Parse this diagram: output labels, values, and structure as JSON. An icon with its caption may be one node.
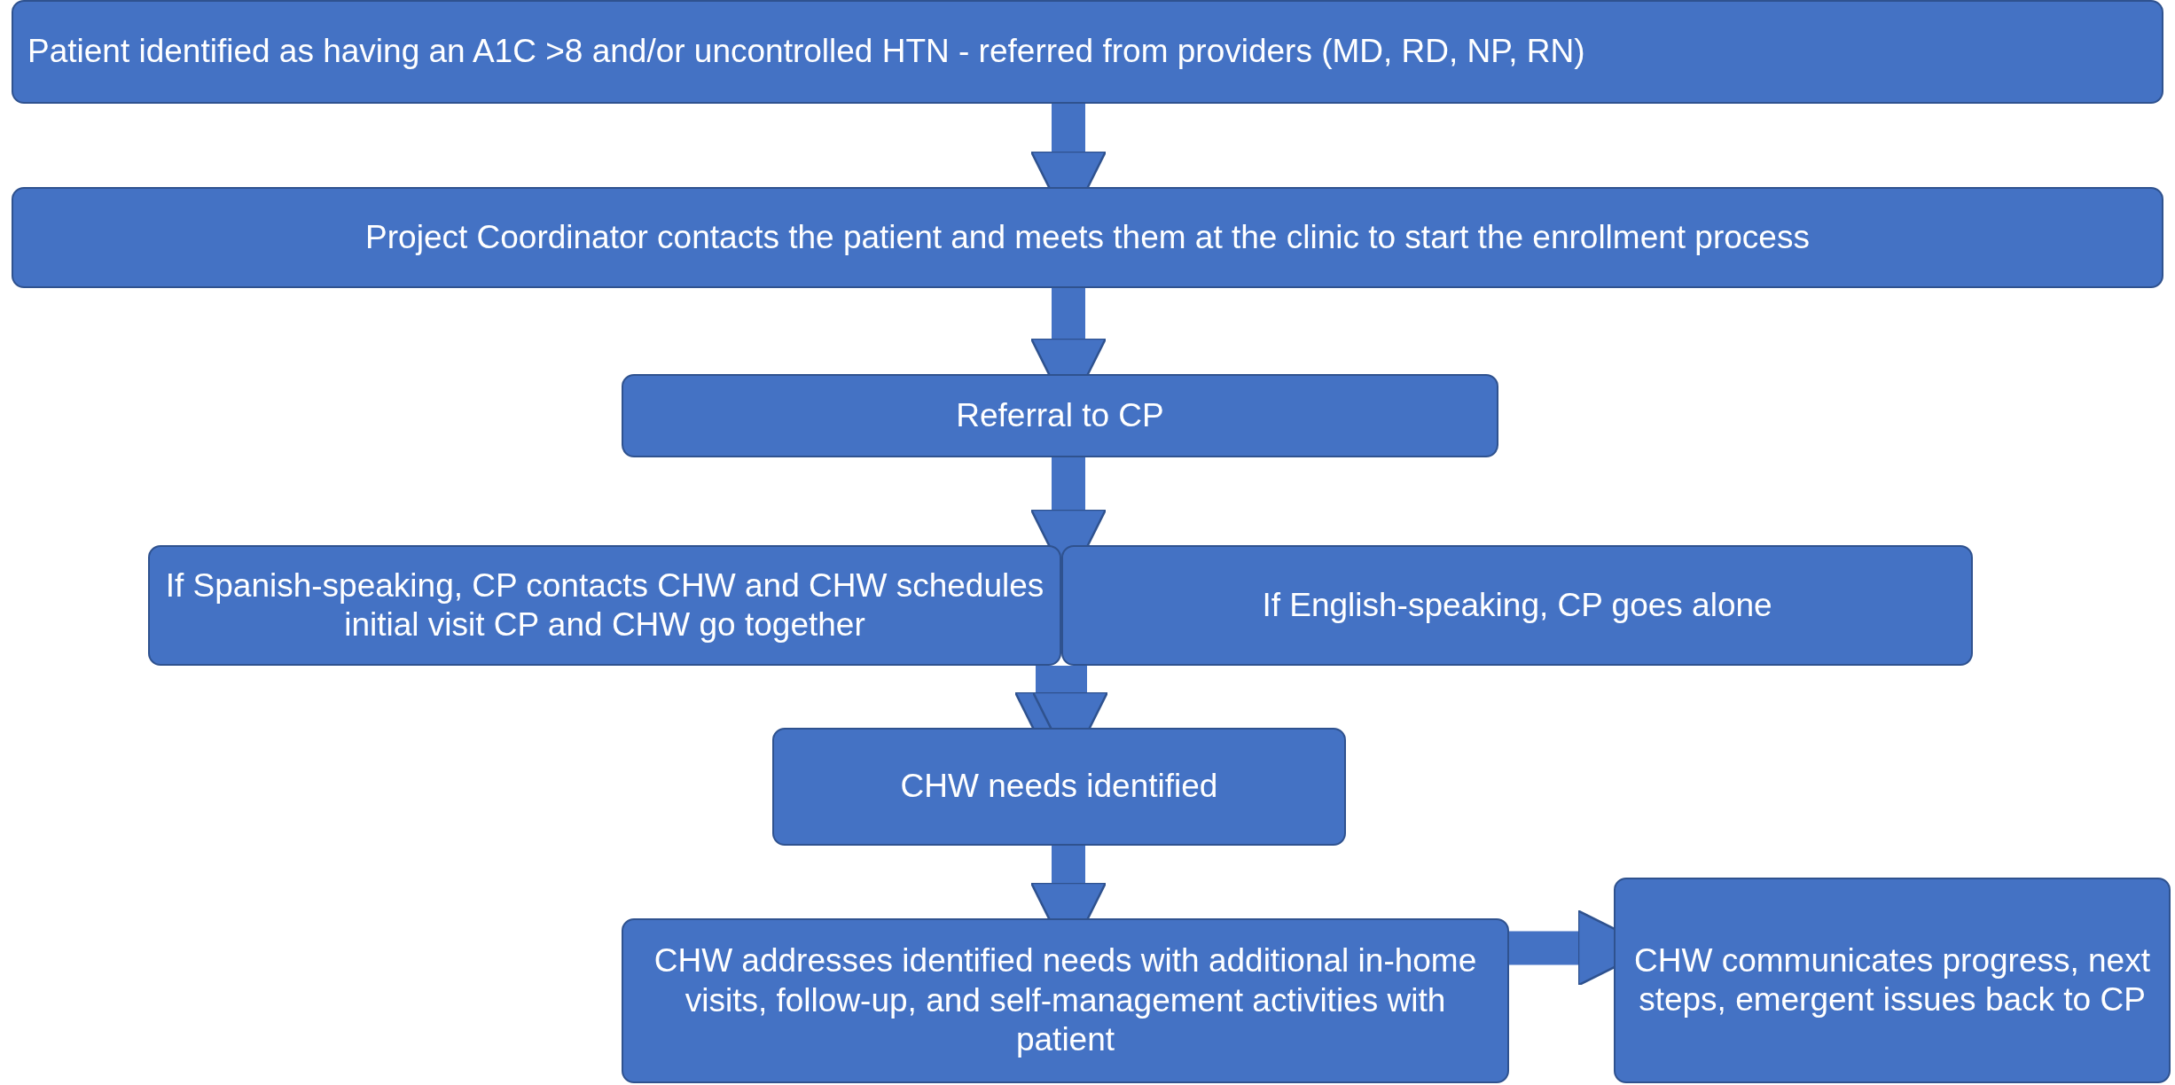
{
  "diagram": {
    "nodes": [
      {
        "text": [
          "Patient identified as having an A1C >8 and/or uncontrolled HTN - referred from providers (MD, RD, NP, RN)"
        ]
      },
      {
        "text": [
          "Project Coordinator contacts the patient and meets them at the clinic to start the enrollment process"
        ]
      },
      {
        "text": [
          "Referral to CP"
        ]
      },
      {
        "text": [
          "If Spanish-speaking, CP contacts CHW and CHW schedules initial visit CP and CHW go together"
        ]
      },
      {
        "text": [
          "If English-speaking, CP goes alone"
        ]
      },
      {
        "text": [
          "CHW needs identified"
        ]
      },
      {
        "text": [
          "CHW addresses identified needs with additional in-home visits, follow-up, and self-management activities with patient"
        ]
      },
      {
        "text": [
          "CHW communicates progress, next steps, emergent issues back to CP"
        ]
      }
    ],
    "edges": [
      {
        "from": 0,
        "to": 1,
        "arrow": "to"
      },
      {
        "from": 1,
        "to": 2,
        "arrow": "to"
      },
      {
        "from": 2,
        "to": 3,
        "arrow": "to"
      },
      {
        "from": 3,
        "to": 5,
        "arrow": "to"
      },
      {
        "from": 4,
        "to": 5,
        "arrow": "to"
      },
      {
        "from": 5,
        "to": 6,
        "arrow": "to"
      },
      {
        "from": 6,
        "to": 7,
        "arrow": "to"
      }
    ]
  }
}
